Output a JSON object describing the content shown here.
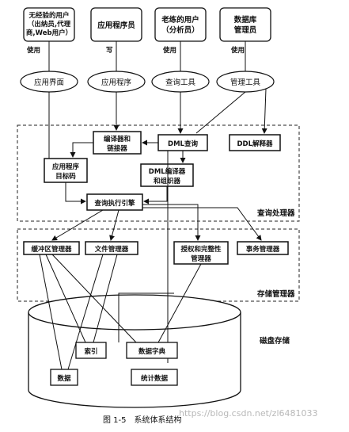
{
  "users": [
    {
      "lines": [
        "无经验的用户",
        "（出纳员,代理",
        "商,Web用户）"
      ],
      "verb": "使用"
    },
    {
      "lines": [
        "应用程序员"
      ],
      "verb": "写"
    },
    {
      "lines": [
        "老练的用户",
        "（分析员）"
      ],
      "verb": "使用"
    },
    {
      "lines": [
        "数据库",
        "管理员"
      ],
      "verb": "使用"
    }
  ],
  "tools": [
    "应用界面",
    "应用程序",
    "查询工具",
    "管理工具"
  ],
  "query_processor": {
    "label": "查询处理器",
    "compiler": [
      "编译器和",
      "链接器"
    ],
    "dml_query": "DML查询",
    "ddl_interpreter": "DDL解释器",
    "app_object_code": [
      "应用程序",
      "目标码"
    ],
    "dml_compiler": [
      "DML编译器",
      "和组织器"
    ],
    "query_engine": "查询执行引擎"
  },
  "storage_manager": {
    "label": "存储管理器",
    "buffer_manager": "缓冲区管理器",
    "file_manager": "文件管理器",
    "authorization_manager": [
      "授权和完整性",
      "管理器"
    ],
    "transaction_manager": "事务管理器"
  },
  "disk": {
    "label": "磁盘存储",
    "index": "索引",
    "data_dictionary": "数据字典",
    "data": "数据",
    "statistics": "统计数据"
  },
  "caption": "图 1-5　系统体系结构",
  "watermark": "https://blog.csdn.net/zl6481033"
}
